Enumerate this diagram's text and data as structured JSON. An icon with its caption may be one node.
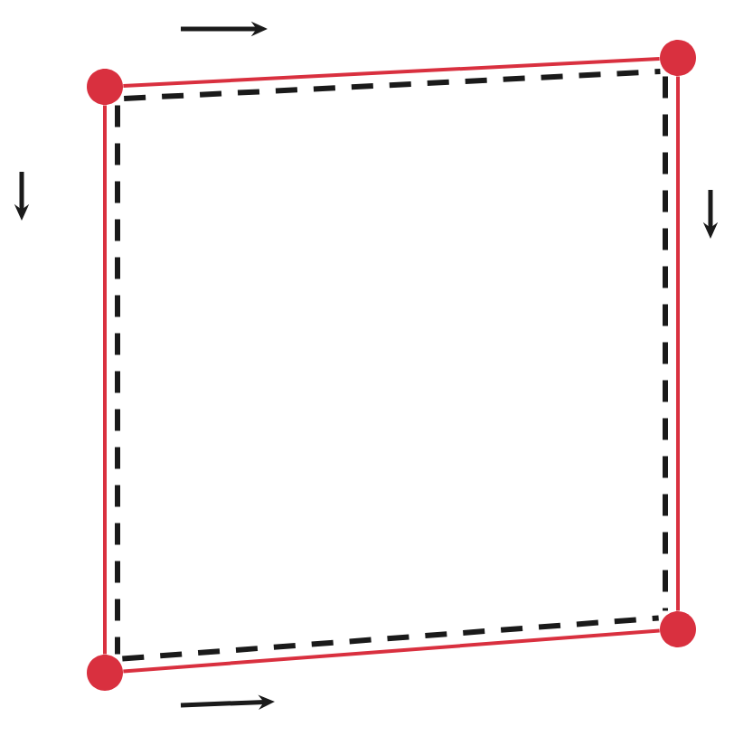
{
  "diagram": {
    "nodes": [
      {
        "text": [],
        "shape": "circle"
      },
      {
        "text": [],
        "shape": "circle"
      },
      {
        "text": [],
        "shape": "circle"
      },
      {
        "text": [],
        "shape": "circle"
      }
    ],
    "edges": [
      {
        "from": 0,
        "to": 1,
        "arrow": "none",
        "color": "#d9303f"
      },
      {
        "from": 1,
        "to": 3,
        "arrow": "none",
        "color": "#d9303f"
      },
      {
        "from": 3,
        "to": 2,
        "arrow": "none",
        "color": "#d9303f"
      },
      {
        "from": 2,
        "to": 0,
        "arrow": "none",
        "color": "#d9303f"
      },
      {
        "from": 0,
        "to": 1,
        "arrow": "none",
        "style": "dashed",
        "color": "#1a1a1a"
      },
      {
        "from": 1,
        "to": 3,
        "arrow": "none",
        "style": "dashed",
        "color": "#1a1a1a"
      },
      {
        "from": 2,
        "to": 3,
        "arrow": "none",
        "style": "dashed",
        "color": "#1a1a1a"
      },
      {
        "from": 0,
        "to": 2,
        "arrow": "none",
        "style": "dashed",
        "color": "#1a1a1a"
      }
    ]
  }
}
